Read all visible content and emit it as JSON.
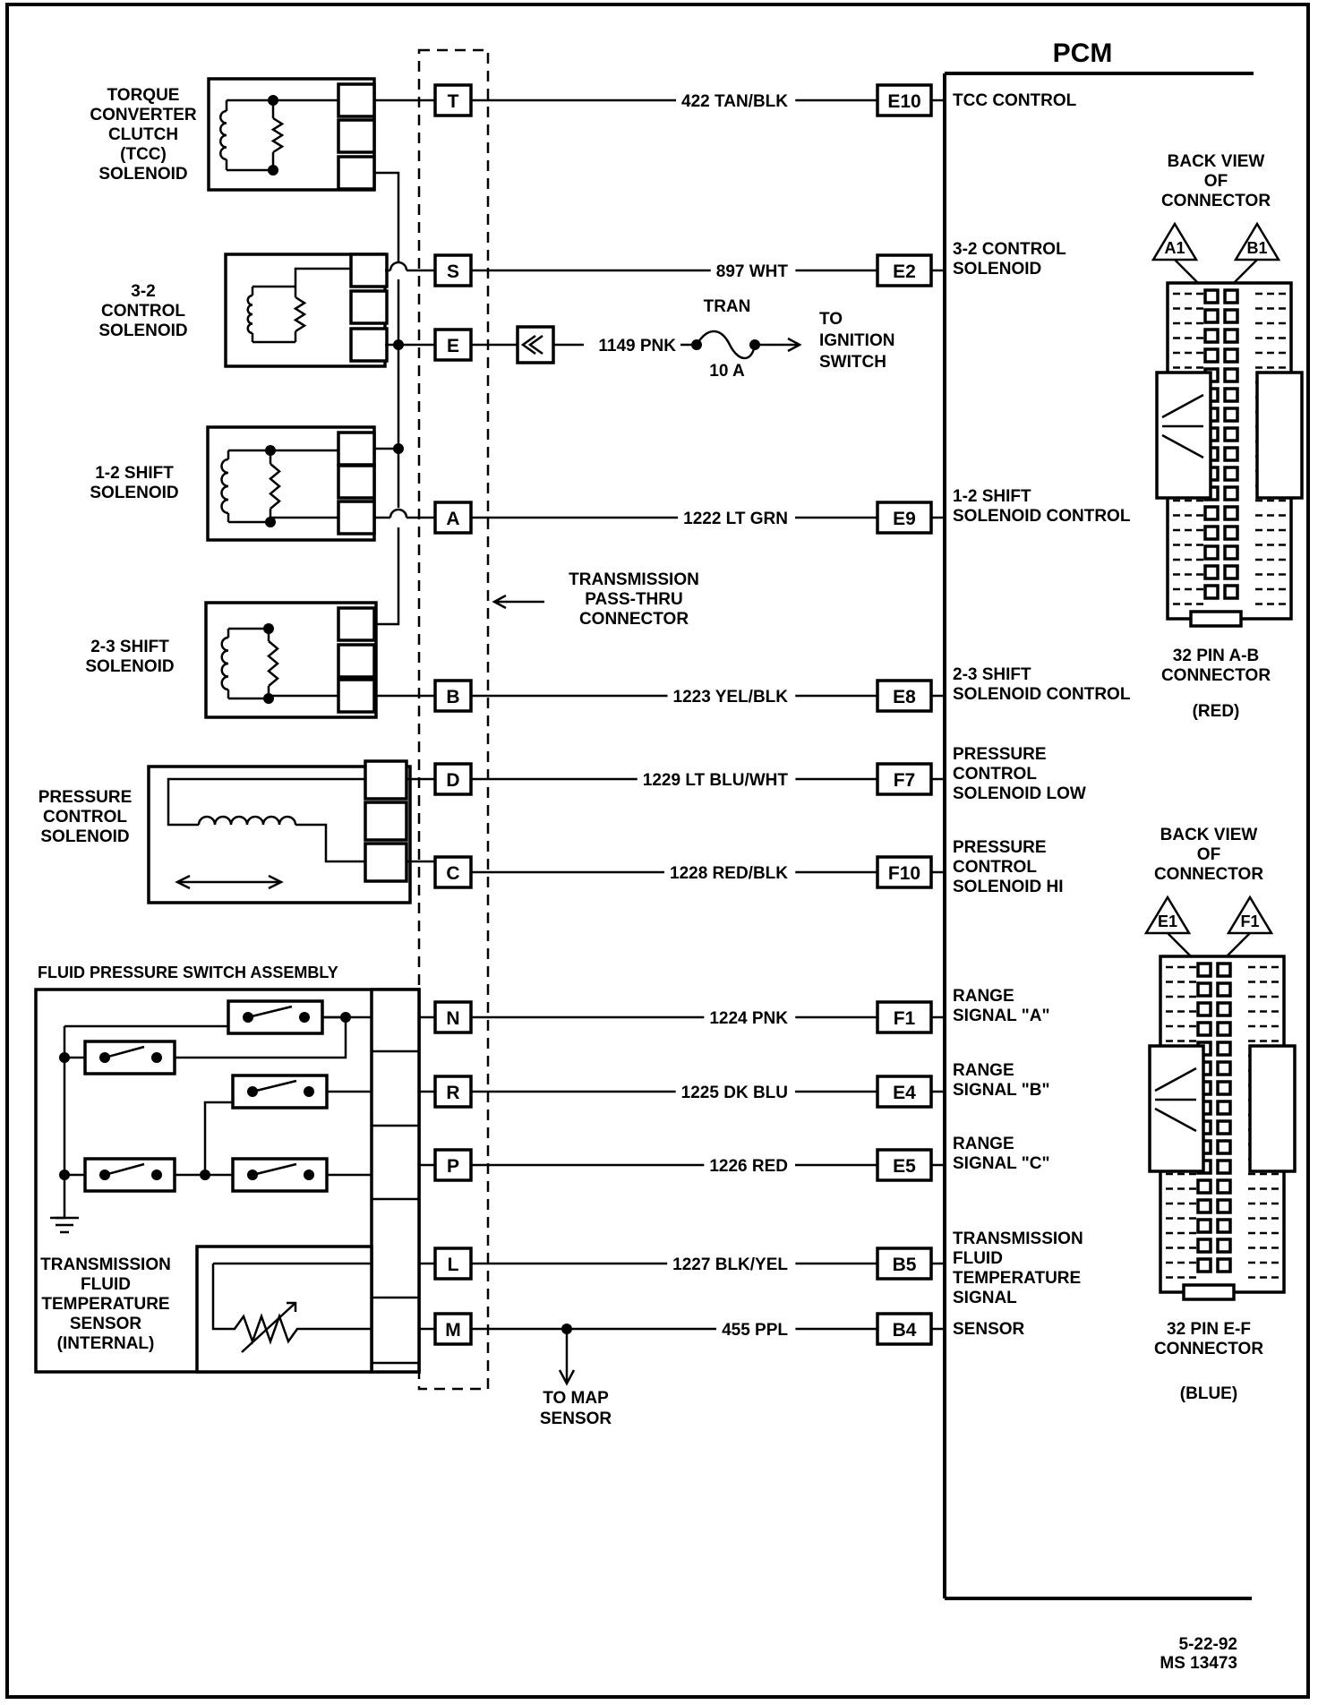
{
  "pcm": {
    "title": "PCM",
    "pins": [
      {
        "id": "E10",
        "label": [
          "TCC CONTROL"
        ]
      },
      {
        "id": "E2",
        "label": [
          "3-2 CONTROL",
          "SOLENOID"
        ]
      },
      {
        "id": "E9",
        "label": [
          "1-2 SHIFT",
          "SOLENOID CONTROL"
        ]
      },
      {
        "id": "E8",
        "label": [
          "2-3 SHIFT",
          "SOLENOID CONTROL"
        ]
      },
      {
        "id": "F7",
        "label": [
          "PRESSURE",
          "CONTROL",
          "SOLENOID LOW"
        ]
      },
      {
        "id": "F10",
        "label": [
          "PRESSURE",
          "CONTROL",
          "SOLENOID HI"
        ]
      },
      {
        "id": "F1",
        "label": [
          "RANGE",
          "SIGNAL \"A\""
        ]
      },
      {
        "id": "E4",
        "label": [
          "RANGE",
          "SIGNAL \"B\""
        ]
      },
      {
        "id": "E5",
        "label": [
          "RANGE",
          "SIGNAL \"C\""
        ]
      },
      {
        "id": "B5",
        "label": [
          "TRANSMISSION",
          "FLUID",
          "TEMPERATURE",
          "SIGNAL"
        ]
      },
      {
        "id": "B4",
        "label": [
          "SENSOR"
        ]
      }
    ]
  },
  "wires": [
    {
      "pin": "T",
      "label": "422 TAN/BLK"
    },
    {
      "pin": "S",
      "label": "897 WHT"
    },
    {
      "pin": "E",
      "label": "1149 PNK"
    },
    {
      "pin": "A",
      "label": "1222 LT GRN"
    },
    {
      "pin": "B",
      "label": "1223 YEL/BLK"
    },
    {
      "pin": "D",
      "label": "1229 LT BLU/WHT"
    },
    {
      "pin": "C",
      "label": "1228 RED/BLK"
    },
    {
      "pin": "N",
      "label": "1224 PNK"
    },
    {
      "pin": "R",
      "label": "1225 DK BLU"
    },
    {
      "pin": "P",
      "label": "1226 RED"
    },
    {
      "pin": "L",
      "label": "1227 BLK/YEL"
    },
    {
      "pin": "M",
      "label": "455 PPL"
    }
  ],
  "components": {
    "tcc": [
      "TORQUE",
      "CONVERTER",
      "CLUTCH",
      "(TCC)",
      "SOLENOID"
    ],
    "control32": [
      "3-2",
      "CONTROL",
      "SOLENOID"
    ],
    "shift12": [
      "1-2 SHIFT",
      "SOLENOID"
    ],
    "shift23": [
      "2-3 SHIFT",
      "SOLENOID"
    ],
    "pcs": [
      "PRESSURE",
      "CONTROL",
      "SOLENOID"
    ],
    "fps": "FLUID PRESSURE SWITCH ASSEMBLY",
    "tft": [
      "TRANSMISSION",
      "FLUID",
      "TEMPERATURE",
      "SENSOR",
      "(INTERNAL)"
    ]
  },
  "passthru": [
    "TRANSMISSION",
    "PASS-THRU",
    "CONNECTOR"
  ],
  "fuse": {
    "top": "TRAN",
    "bottom": "10 A"
  },
  "ignition": [
    "TO",
    "IGNITION",
    "SWITCH"
  ],
  "map": [
    "TO MAP",
    "SENSOR"
  ],
  "connectors": [
    {
      "back_view": [
        "BACK VIEW",
        "OF",
        "CONNECTOR"
      ],
      "pins": [
        "A1",
        "B1"
      ],
      "name": [
        "32 PIN A-B",
        "CONNECTOR"
      ],
      "color": "(RED)"
    },
    {
      "back_view": [
        "BACK VIEW",
        "OF",
        "CONNECTOR"
      ],
      "pins": [
        "E1",
        "F1"
      ],
      "name": [
        "32 PIN E-F",
        "CONNECTOR"
      ],
      "color": "(BLUE)"
    }
  ],
  "footer": [
    "5-22-92",
    "MS 13473"
  ]
}
